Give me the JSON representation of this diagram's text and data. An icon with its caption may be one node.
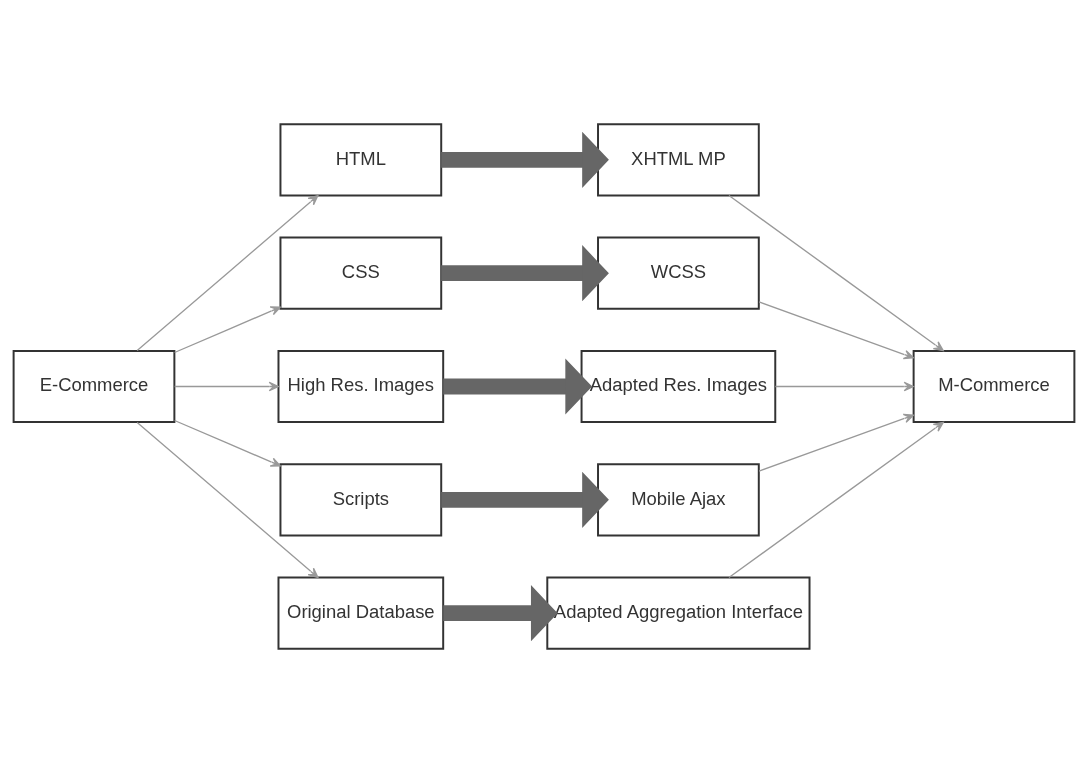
{
  "diagram": {
    "nodes": [
      {
        "text": [
          "E-Commerce"
        ]
      },
      {
        "text": [
          "HTML"
        ]
      },
      {
        "text": [
          "CSS"
        ]
      },
      {
        "text": [
          "High Res. Images"
        ]
      },
      {
        "text": [
          "Scripts"
        ]
      },
      {
        "text": [
          "Original Database"
        ]
      },
      {
        "text": [
          "XHTML MP"
        ]
      },
      {
        "text": [
          "WCSS"
        ]
      },
      {
        "text": [
          "Adapted Res. Images"
        ]
      },
      {
        "text": [
          "Mobile Ajax"
        ]
      },
      {
        "text": [
          "Adapted Aggregation Interface"
        ]
      },
      {
        "text": [
          "M-Commerce"
        ]
      }
    ],
    "edges": [
      {
        "from": 0,
        "to": 1,
        "arrow": "to"
      },
      {
        "from": 0,
        "to": 2,
        "arrow": "to"
      },
      {
        "from": 0,
        "to": 3,
        "arrow": "to"
      },
      {
        "from": 0,
        "to": 4,
        "arrow": "to"
      },
      {
        "from": 0,
        "to": 5,
        "arrow": "to"
      },
      {
        "from": 1,
        "to": 6,
        "arrow": "to",
        "style": "thick",
        "color": "#666666"
      },
      {
        "from": 2,
        "to": 7,
        "arrow": "to",
        "style": "thick",
        "color": "#666666"
      },
      {
        "from": 3,
        "to": 8,
        "arrow": "to",
        "style": "thick",
        "color": "#666666"
      },
      {
        "from": 4,
        "to": 9,
        "arrow": "to",
        "style": "thick",
        "color": "#666666"
      },
      {
        "from": 5,
        "to": 10,
        "arrow": "to",
        "style": "thick",
        "color": "#666666"
      },
      {
        "from": 6,
        "to": 11,
        "arrow": "to"
      },
      {
        "from": 7,
        "to": 11,
        "arrow": "to"
      },
      {
        "from": 8,
        "to": 11,
        "arrow": "to"
      },
      {
        "from": 9,
        "to": 11,
        "arrow": "to"
      },
      {
        "from": 10,
        "to": 11,
        "arrow": "to"
      }
    ]
  }
}
